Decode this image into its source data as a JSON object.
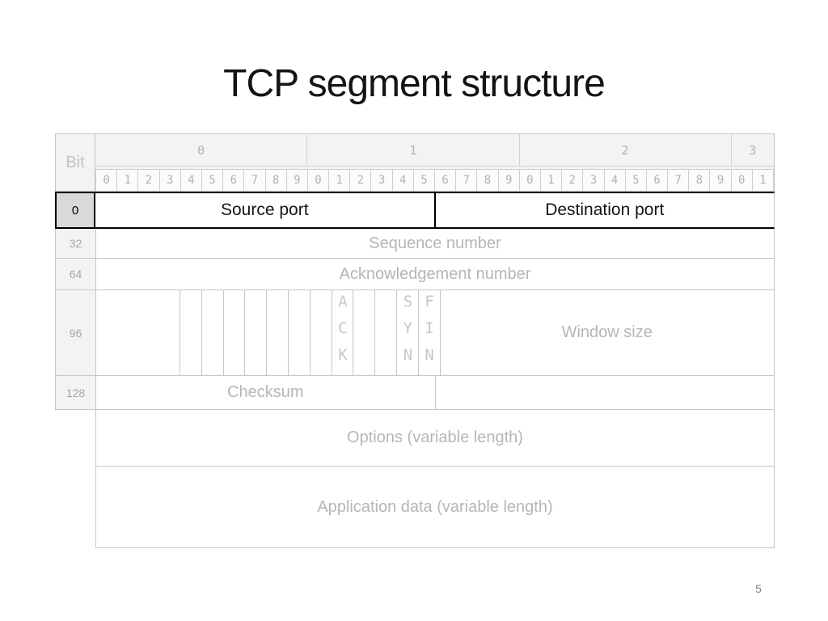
{
  "slide": {
    "title": "TCP segment structure",
    "page_number": "5"
  },
  "colors": {
    "background": "#ffffff",
    "grid_line": "#c6c6c6",
    "header_fill": "#f3f3f3",
    "highlight_cell_fill": "#d9d9d9",
    "highlight_border": "#000000",
    "muted_text": "#b6b6b6",
    "active_text": "#141414"
  },
  "table": {
    "corner_label": "Bit",
    "byte_groups": [
      {
        "label": "0",
        "bits": [
          "0",
          "1",
          "2",
          "3",
          "4",
          "5",
          "6",
          "7",
          "8",
          "9"
        ]
      },
      {
        "label": "1",
        "bits": [
          "0",
          "1",
          "2",
          "3",
          "4",
          "5",
          "6",
          "7",
          "8",
          "9"
        ]
      },
      {
        "label": "2",
        "bits": [
          "0",
          "1",
          "2",
          "3",
          "4",
          "5",
          "6",
          "7",
          "8",
          "9"
        ]
      },
      {
        "label": "3",
        "bits": [
          "0",
          "1"
        ]
      }
    ],
    "rows": {
      "row0": {
        "offset": "0",
        "source_port": "Source port",
        "destination_port": "Destination port"
      },
      "row32": {
        "offset": "32",
        "label": "Sequence number"
      },
      "row64": {
        "offset": "64",
        "label": "Acknowledgement number"
      },
      "row96": {
        "offset": "96",
        "ack_flag": "ACK",
        "syn_flag": "SYN",
        "fin_flag": "FIN",
        "window_label": "Window size"
      },
      "row128": {
        "offset": "128",
        "label": "Checksum"
      },
      "options": {
        "label": "Options (variable length)"
      },
      "application": {
        "label": "Application data (variable length)"
      }
    }
  }
}
